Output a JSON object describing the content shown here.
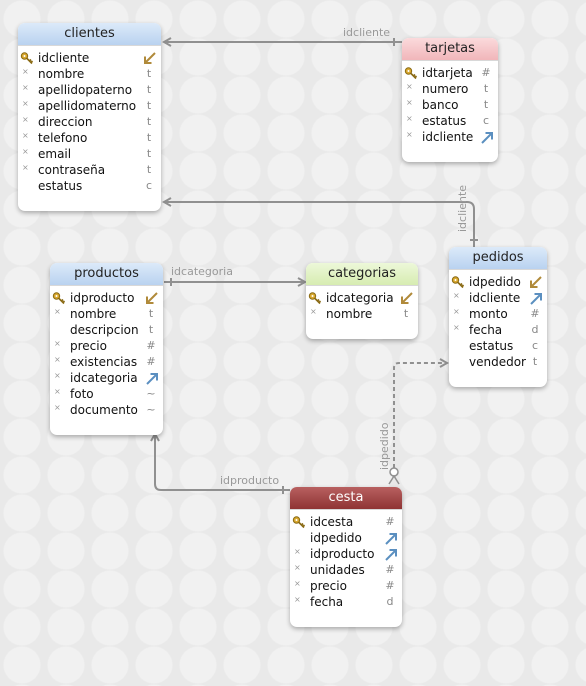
{
  "colors": {
    "line": "#909090",
    "fk_arrow": "#5b8fc0",
    "pk_arrow": "#b08a3a"
  },
  "tables": {
    "clientes": {
      "title": "clientes",
      "columns": [
        {
          "name": "idcliente",
          "pk": true,
          "type_icon": "pk-arrow-icon"
        },
        {
          "name": "nombre",
          "type": "t"
        },
        {
          "name": "apellidopaterno",
          "type": "t"
        },
        {
          "name": "apellidomaterno",
          "type": "t"
        },
        {
          "name": "direccion",
          "type": "t"
        },
        {
          "name": "telefono",
          "type": "t"
        },
        {
          "name": "email",
          "type": "t"
        },
        {
          "name": "contraseña",
          "type": "t"
        },
        {
          "name": "estatus",
          "type": "c"
        }
      ]
    },
    "tarjetas": {
      "title": "tarjetas",
      "columns": [
        {
          "name": "idtarjeta",
          "pk": true,
          "type": "#"
        },
        {
          "name": "numero",
          "type": "t"
        },
        {
          "name": "banco",
          "type": "t"
        },
        {
          "name": "estatus",
          "type": "c"
        },
        {
          "name": "idcliente",
          "type_icon": "fk-arrow-icon"
        }
      ]
    },
    "pedidos": {
      "title": "pedidos",
      "columns": [
        {
          "name": "idpedido",
          "pk": true,
          "type_icon": "pk-arrow-icon"
        },
        {
          "name": "idcliente",
          "type_icon": "fk-arrow-icon"
        },
        {
          "name": "monto",
          "type": "#"
        },
        {
          "name": "fecha",
          "type": "d"
        },
        {
          "name": "estatus",
          "type": "c"
        },
        {
          "name": "vendedor",
          "type": "t"
        }
      ]
    },
    "productos": {
      "title": "productos",
      "columns": [
        {
          "name": "idproducto",
          "pk": true,
          "type_icon": "pk-arrow-icon"
        },
        {
          "name": "nombre",
          "type": "t"
        },
        {
          "name": "descripcion",
          "type": "t"
        },
        {
          "name": "precio",
          "type": "#"
        },
        {
          "name": "existencias",
          "type": "#"
        },
        {
          "name": "idcategoria",
          "type_icon": "fk-arrow-icon"
        },
        {
          "name": "foto",
          "type": "~"
        },
        {
          "name": "documento",
          "type": "~"
        }
      ]
    },
    "categorias": {
      "title": "categorias",
      "columns": [
        {
          "name": "idcategoria",
          "pk": true,
          "type_icon": "pk-arrow-icon"
        },
        {
          "name": "nombre",
          "type": "t"
        }
      ]
    },
    "cesta": {
      "title": "cesta",
      "columns": [
        {
          "name": "idcesta",
          "pk": true,
          "type": "#"
        },
        {
          "name": "idpedido",
          "type_icon": "fk-arrow-icon"
        },
        {
          "name": "idproducto",
          "type_icon": "fk-arrow-icon"
        },
        {
          "name": "unidades",
          "type": "#"
        },
        {
          "name": "precio",
          "type": "#"
        },
        {
          "name": "fecha",
          "type": "d"
        }
      ]
    }
  },
  "relations": {
    "tarjetas_clientes": "idcliente",
    "pedidos_clientes": "idcliente",
    "productos_categorias": "idcategoria",
    "cesta_pedidos": "idpedido",
    "cesta_productos": "idproducto"
  }
}
